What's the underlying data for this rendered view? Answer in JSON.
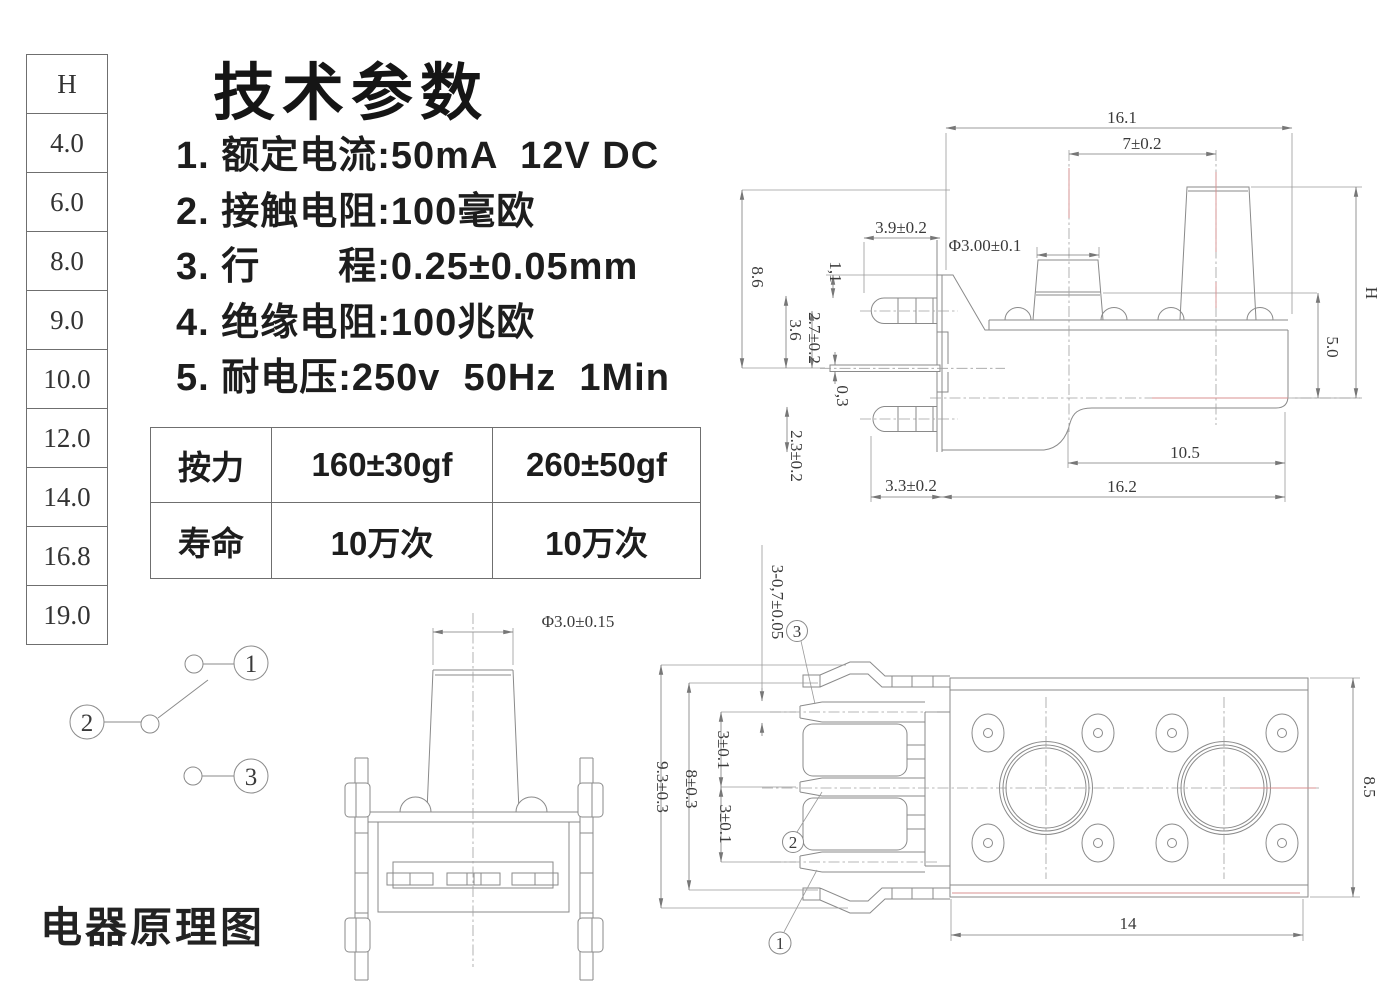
{
  "colors": {
    "line": "#8a8a8a",
    "centerline_accent": "#d89090",
    "text": "#1d1d1d"
  },
  "h_table": {
    "header": "H",
    "values": [
      "4.0",
      "6.0",
      "8.0",
      "9.0",
      "10.0",
      "12.0",
      "14.0",
      "16.8",
      "19.0"
    ]
  },
  "title": "技术参数",
  "specs": [
    "1. 额定电流:50mA  12V DC",
    "2. 接触电阻:100毫欧",
    "3. 行　　程:0.25±0.05mm",
    "4. 绝缘电阻:100兆欧",
    "5. 耐电压:250v  50Hz  1Min"
  ],
  "force_table": {
    "rows": [
      {
        "label": "按力",
        "v1": "160±30gf",
        "v2": "260±50gf"
      },
      {
        "label": "寿命",
        "v1": "10万次",
        "v2": "10万次"
      }
    ]
  },
  "schematic": {
    "caption": "电器原理图",
    "terminals": [
      "1",
      "2",
      "3"
    ]
  },
  "side_view": {
    "dims": {
      "w161": "16.1",
      "w7": "7±0.2",
      "w39": "3.9±0.2",
      "dia3": "Φ3.00±0.1",
      "h86": "8.6",
      "h11": "1,1",
      "h36": "3.6",
      "h27": "2.7±0.2",
      "h03": "0,3",
      "h23": "2.3±0.2",
      "w33": "3.3±0.2",
      "w162": "16.2",
      "w105": "10.5",
      "h50": "5.0",
      "hH": "H"
    }
  },
  "front_view": {
    "dims": {
      "dia": "Φ3.0±0.15"
    }
  },
  "bottom_view": {
    "dims": {
      "d307": "3-0,7±0.05",
      "h93": "9.3±0.3",
      "h8": "8±0.3",
      "h3a": "3±0.1",
      "h3b": "3±0.1",
      "w14": "14",
      "h85": "8.5"
    },
    "labels": {
      "t3": "3",
      "t2": "2",
      "t1": "1"
    }
  }
}
